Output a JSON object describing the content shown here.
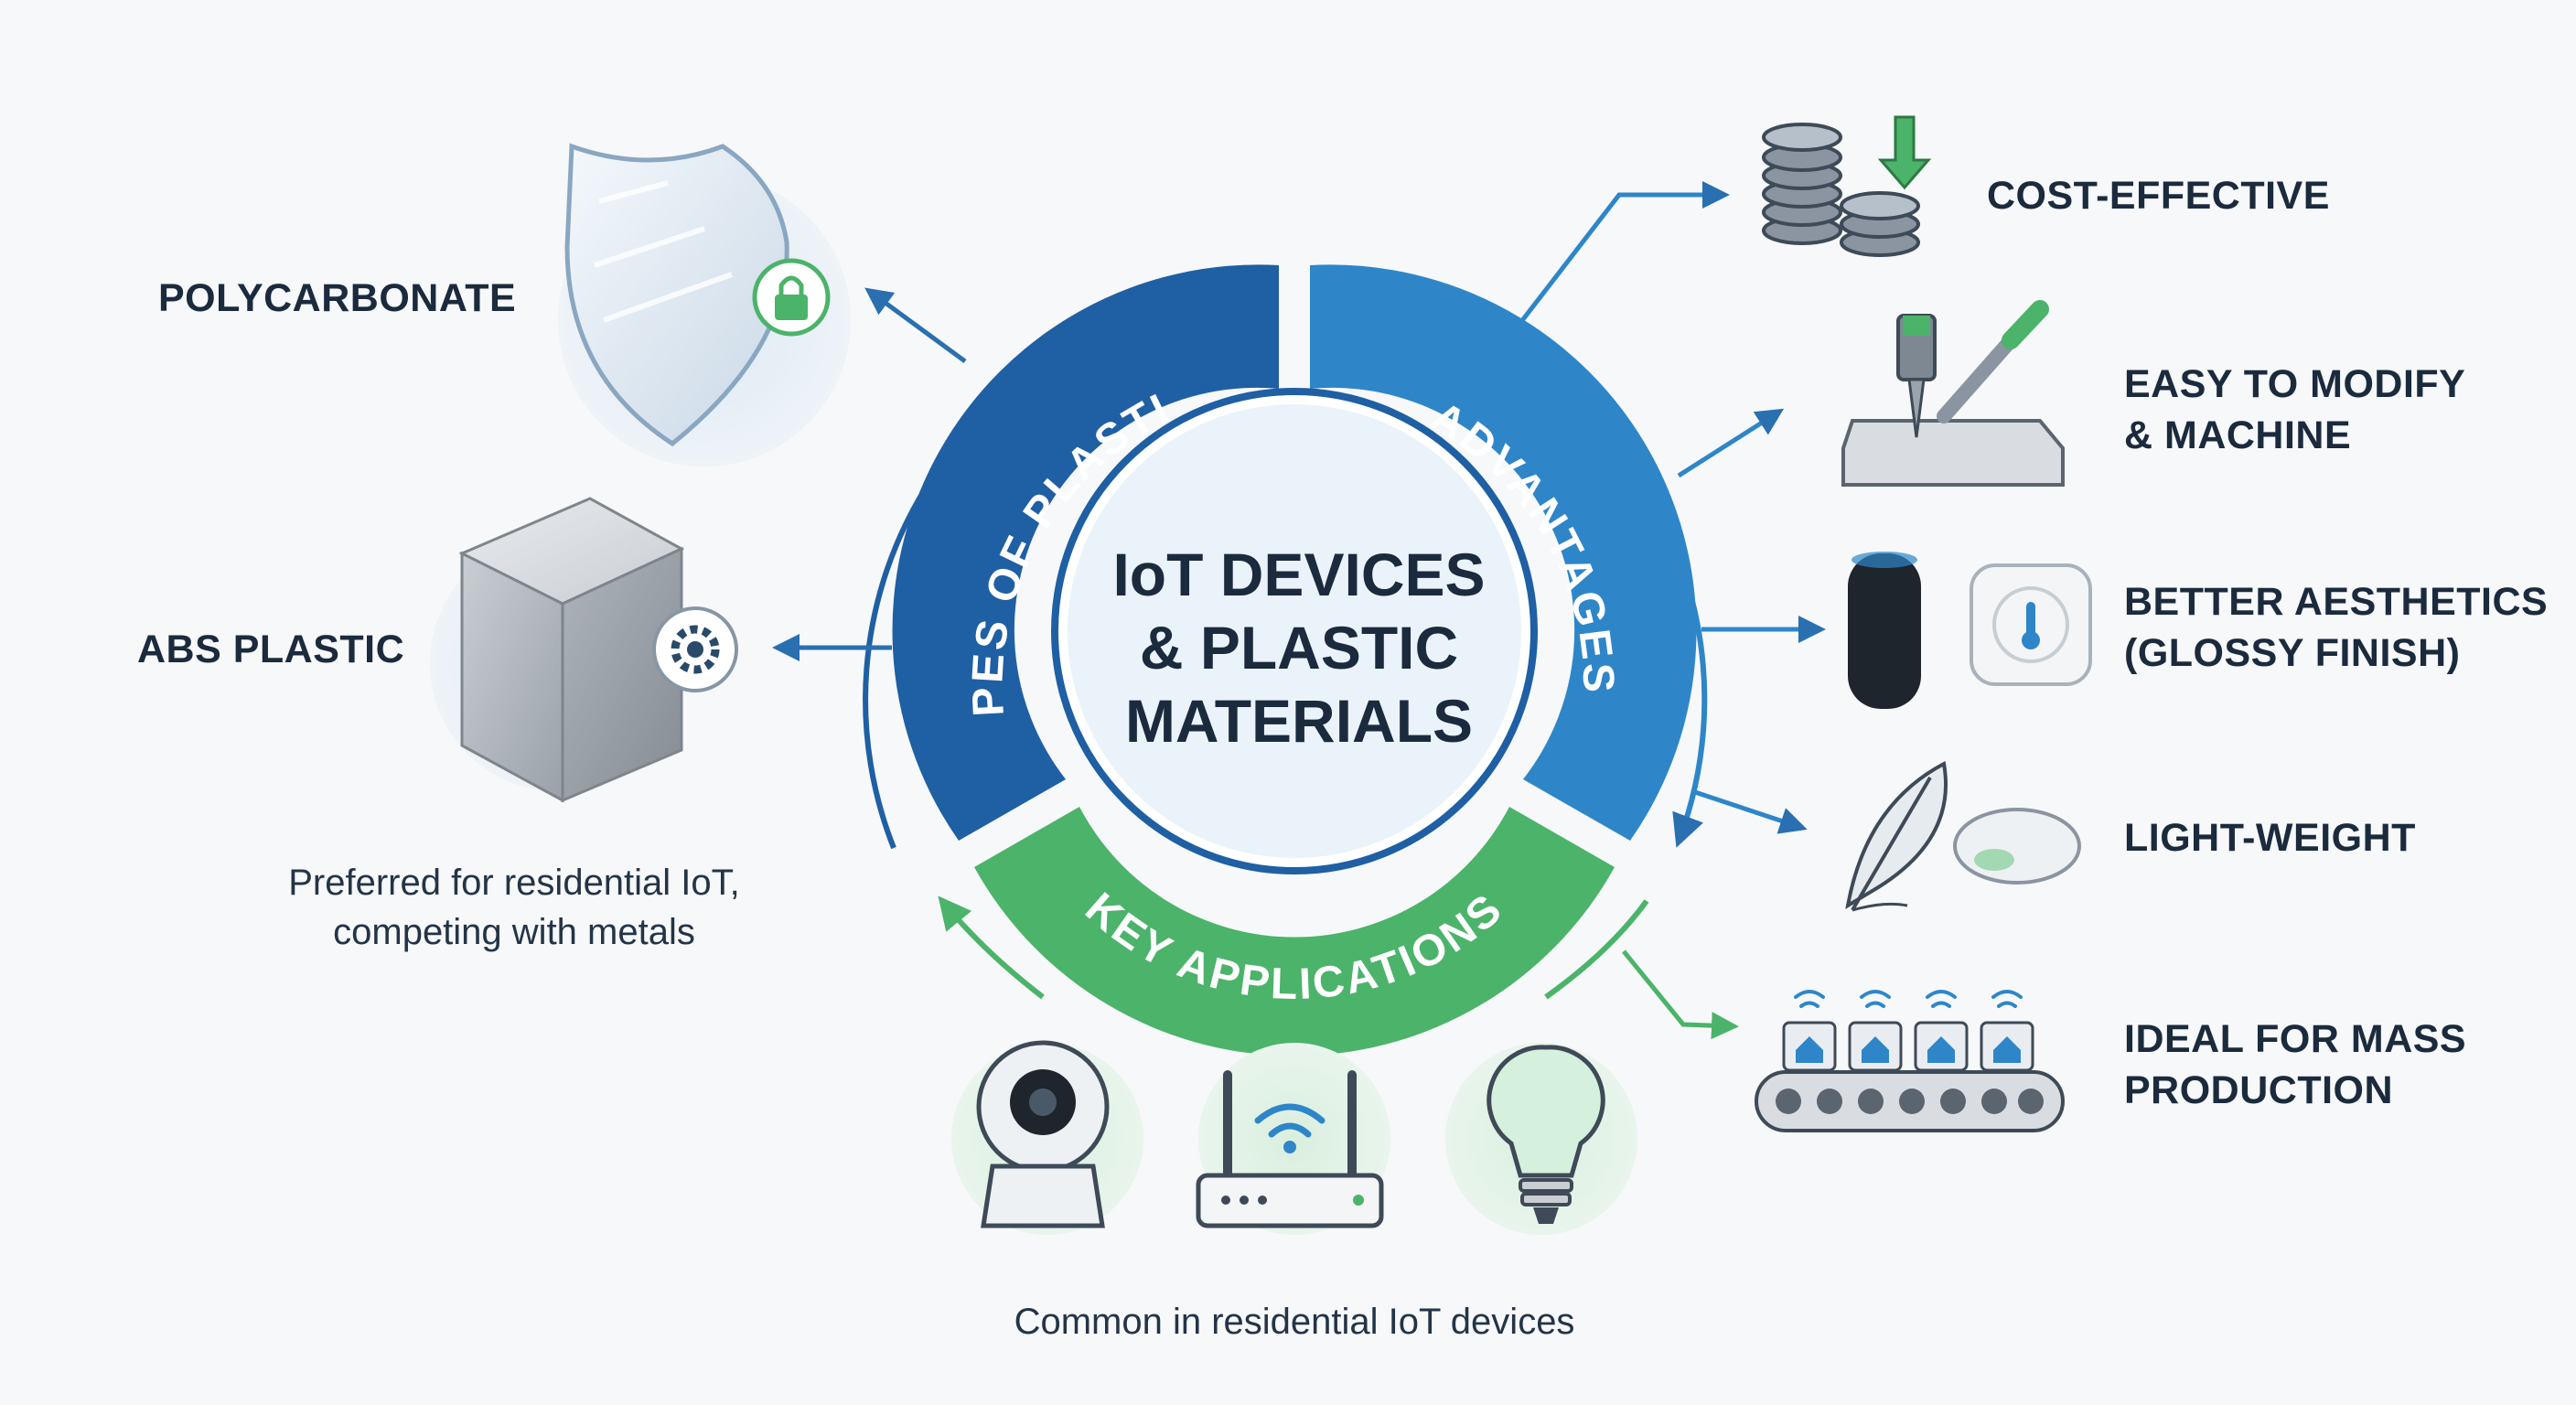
{
  "center": {
    "title": "IoT DEVICES\n& PLASTIC\nMATERIALS"
  },
  "ring": {
    "types_label": "TYPES OF PLASTICS",
    "advantages_label": "ADVANTAGES",
    "applications_label": "KEY APPLICATIONS"
  },
  "plastics": {
    "polycarbonate": {
      "label": "POLYCARBONATE",
      "icon": "shield-icon",
      "badge_icon": "padlock-icon"
    },
    "abs": {
      "label": "ABS PLASTIC",
      "icon": "cube-icon",
      "badge_icon": "gear-icon"
    },
    "note": "Preferred for residential IoT,\ncompeting with metals"
  },
  "advantages": [
    {
      "label": "COST-EFFECTIVE",
      "icon": "coins-down-arrow-icon"
    },
    {
      "label": "EASY TO MODIFY\n& MACHINE",
      "icon": "drill-and-file-icon"
    },
    {
      "label": "BETTER AESTHETICS\n(GLOSSY FINISH)",
      "icon": "smart-speaker-thermostat-icon"
    },
    {
      "label": "LIGHT-WEIGHT",
      "icon": "feather-mouse-icon"
    },
    {
      "label": "IDEAL FOR MASS\nPRODUCTION",
      "icon": "conveyor-houses-icon"
    }
  ],
  "applications": {
    "devices": [
      "security-camera-icon",
      "wifi-router-icon",
      "smart-bulb-icon"
    ],
    "note": "Common in residential IoT devices"
  },
  "colors": {
    "dark_blue": "#1f5fa3",
    "mid_blue": "#2e86c9",
    "green": "#4cb36a",
    "center_fill": "#eaf3fa",
    "text": "#1b2a3d"
  }
}
